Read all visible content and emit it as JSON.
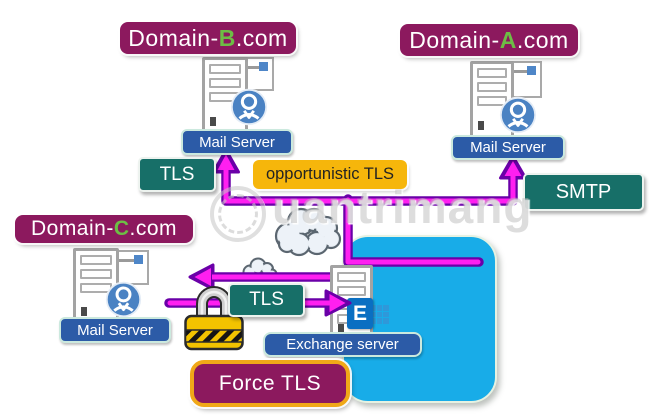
{
  "domains": {
    "b": {
      "prefix": "Domain-",
      "letter": "B",
      "suffix": ".com"
    },
    "a": {
      "prefix": "Domain-",
      "letter": "A",
      "suffix": ".com"
    },
    "c": {
      "prefix": "Domain-",
      "letter": "C",
      "suffix": ".com"
    }
  },
  "servers": {
    "mail_b": {
      "label": "Mail Server"
    },
    "mail_a": {
      "label": "Mail Server"
    },
    "mail_c": {
      "label": "Mail Server"
    },
    "exchange": {
      "label": "Exchange server",
      "logo_letter": "E"
    }
  },
  "connections": {
    "tls_top": "TLS",
    "opportunistic_tls": "opportunistic TLS",
    "smtp": "SMTP",
    "tls_exchange": "TLS",
    "force_tls": "Force TLS"
  },
  "watermark": {
    "text": "uantrimang"
  },
  "colors": {
    "domain_plum": "#8C195E",
    "domain_letter_green": "#6DBE45",
    "label_blue": "#2C5BA7",
    "teal": "#176F68",
    "amber": "#F6B60B",
    "gold_border": "#F0A818",
    "cyan_panel": "#18ACE8",
    "arrow_magenta": "#FF1FF0",
    "arrow_outline": "#6A00A8",
    "avatar_blue": "#4A82C3",
    "exchange_blue": "#0A6FC2"
  }
}
